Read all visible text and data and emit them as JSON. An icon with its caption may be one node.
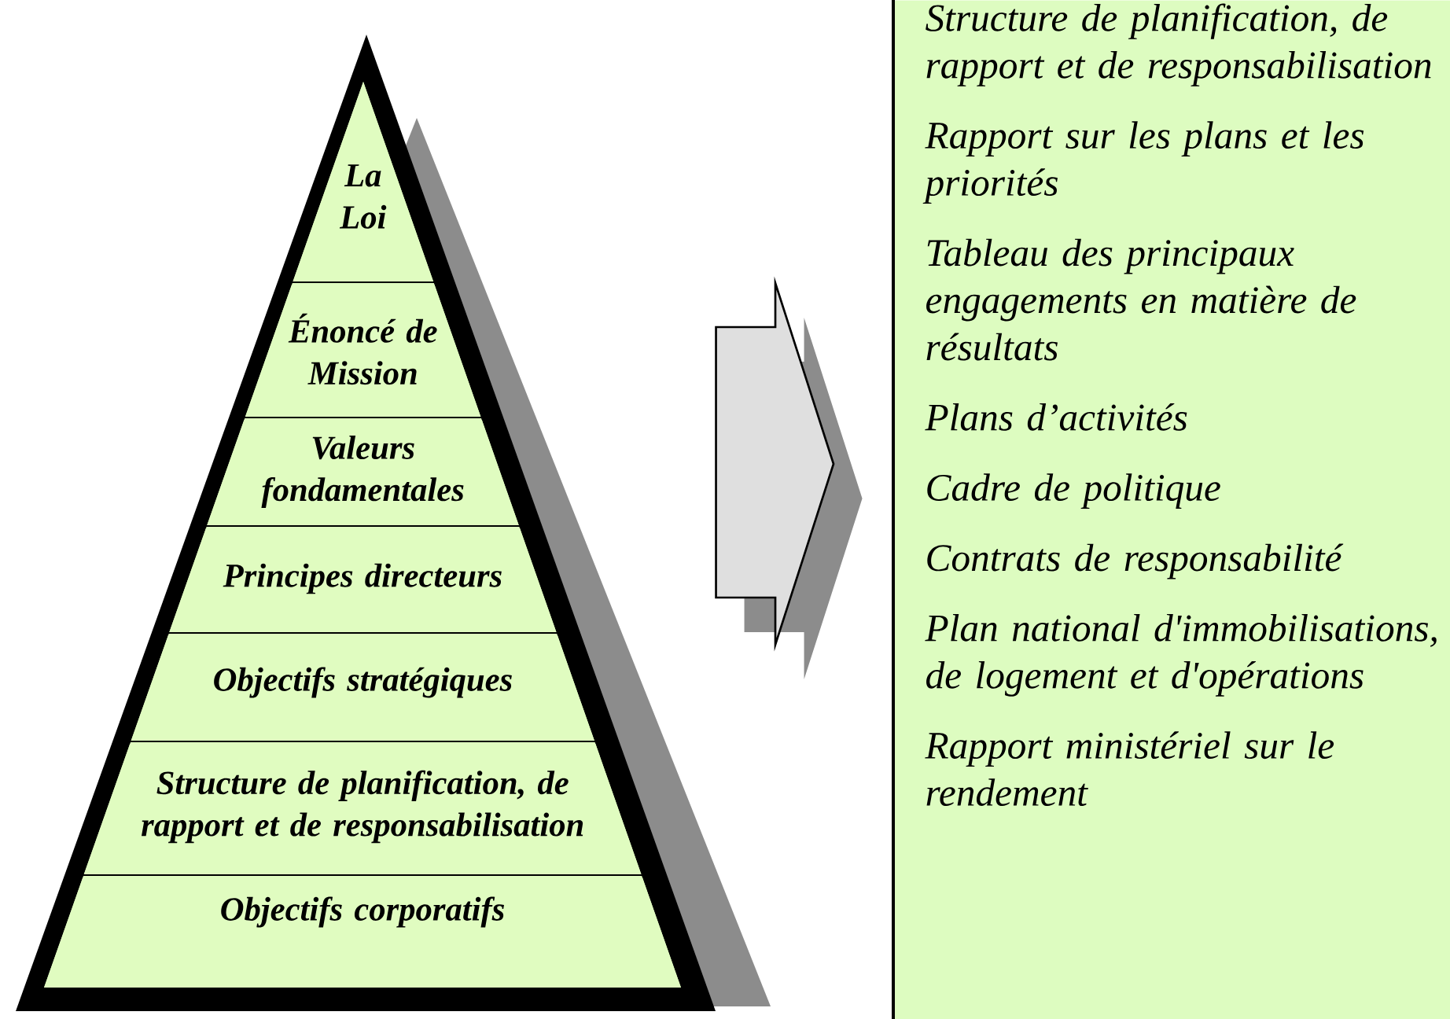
{
  "diagram": {
    "nodes": [
      {
        "text": [],
        "shape": "triangle"
      },
      {
        "text": [
          "La Loi"
        ],
        "in": 0
      },
      {
        "text": [
          "Énoncé de Mission"
        ],
        "in": 0
      },
      {
        "text": [
          "Valeurs fondamentales"
        ],
        "in": 0
      },
      {
        "text": [
          "Principes directeurs"
        ],
        "in": 0
      },
      {
        "text": [
          "Objectifs stratégiques"
        ],
        "in": 0
      },
      {
        "text": [
          "Structure de planification, de rapport et de responsabilisation"
        ],
        "in": 0
      },
      {
        "text": [
          "Objectifs corporatifs"
        ],
        "in": 0
      },
      {
        "text": [
          "Structure de planification, de rapport et de responsabilisation",
          "Rapport sur les plans et les priorités",
          "Tableau des principaux engagements en matière de résultats",
          "Plans d’activités",
          "Cadre de politique",
          "Contrats de responsabilité",
          "Plan national d'immobilisations, de logement et d'opérations",
          "Rapport ministériel sur le rendement"
        ]
      }
    ],
    "edges": [
      {
        "from": 0,
        "to": 8,
        "arrow": "to"
      }
    ]
  }
}
